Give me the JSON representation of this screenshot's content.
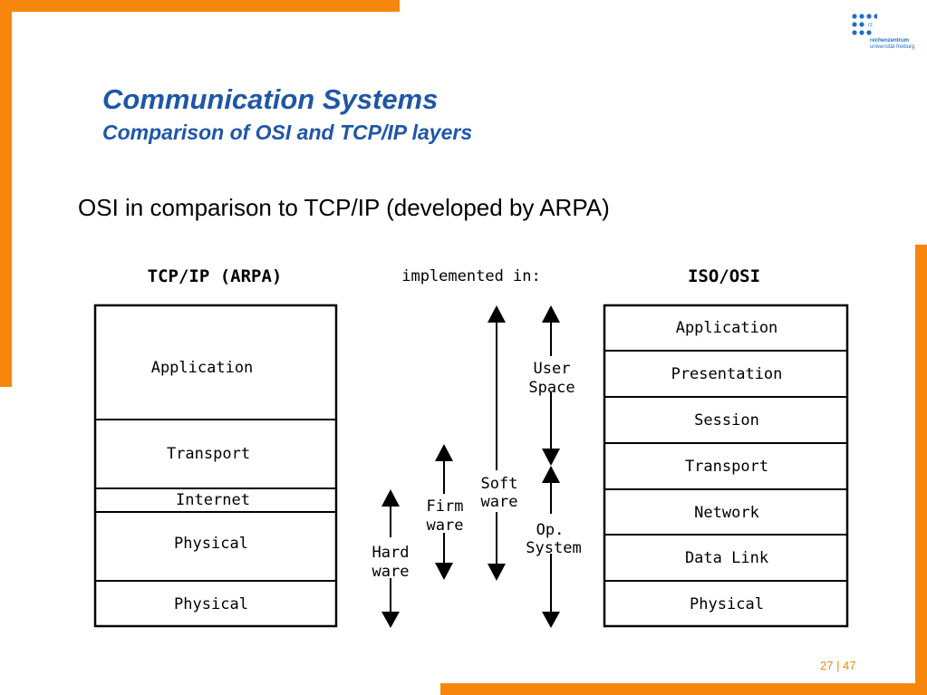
{
  "slide": {
    "title": "Communication Systems",
    "subtitle": "Comparison of OSI and TCP/IP layers",
    "intro": "OSI in comparison to TCP/IP (developed by ARPA)",
    "page_number": "27 | 47"
  },
  "logo": {
    "line1": "rechenzentrum",
    "line2": "universität freiburg",
    "mark": "rz"
  },
  "colors": {
    "accent": "#f7870c",
    "title": "#1f56a8",
    "logo": "#1f6fc5"
  },
  "diagram": {
    "tcpip_header": "TCP/IP (ARPA)",
    "implemented_header": "implemented in:",
    "osi_header": "ISO/OSI",
    "tcpip_layers": [
      "Application",
      "Transport",
      "Internet",
      "Physical",
      "Physical"
    ],
    "osi_layers": [
      "Application",
      "Presentation",
      "Session",
      "Transport",
      "Network",
      "Data Link",
      "Physical"
    ],
    "user_space": [
      "User",
      "Space"
    ],
    "software": [
      "Soft",
      "ware"
    ],
    "firmware": [
      "Firm",
      "ware"
    ],
    "os": [
      "Op.",
      "System"
    ],
    "hardware": [
      "Hard",
      "ware"
    ]
  }
}
